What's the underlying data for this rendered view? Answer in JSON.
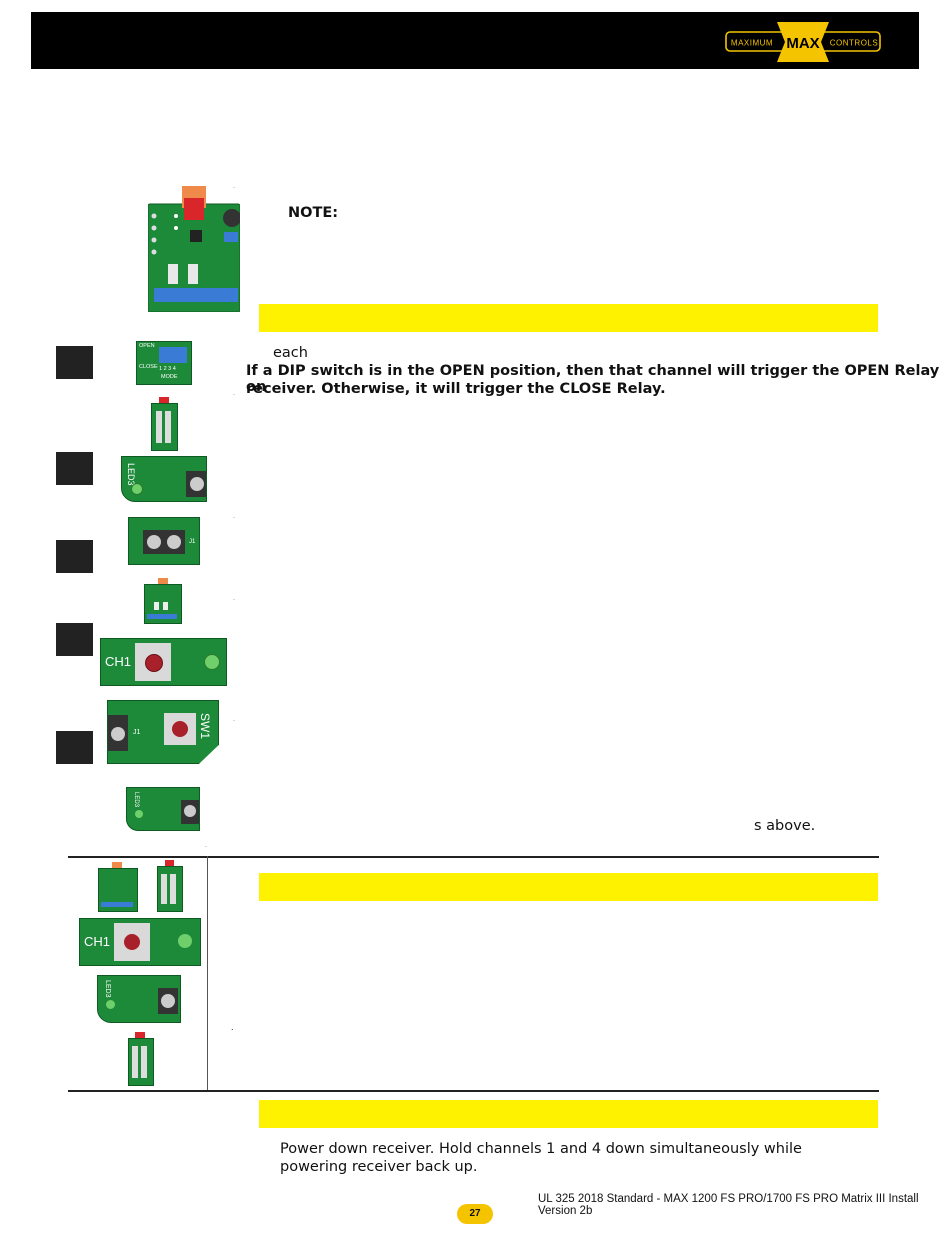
{
  "header": {
    "logo": {
      "left_word": "MAXIMUM",
      "center_word": "MAX",
      "right_word": "CONTROLS"
    }
  },
  "content": {
    "note_label": "NOTE:",
    "dip_text_fragment": "each",
    "dip_bold_line1": "If a DIP switch is in the OPEN position, then that channel will trigger the OPEN Relay on",
    "dip_bold_line2": "receiver. Otherwise, it will trigger the CLOSE Relay.",
    "above_fragment": "s above.",
    "reset_line1": "Power down receiver. Hold channels 1 and 4 down simultaneously while",
    "reset_line2": "powering receiver back up."
  },
  "images": {
    "dip_open": "OPEN",
    "dip_close": "CLOSE",
    "dip_nums": "1 2 3 4",
    "dip_mode": "MODE",
    "led3": "LED3",
    "j1": "J1",
    "ch1_a": "CH1",
    "sw1": "SW1",
    "ch1_b": "CH1",
    "led3_b": "LED3",
    "led3_c": "LED3"
  },
  "footer": {
    "doc_title": "UL 325 2018 Standard - MAX 1200 FS PRO/1700 FS PRO Matrix III Install Version 2b",
    "page_number": "27"
  },
  "colors": {
    "header": "#000000",
    "highlight": "#fff200",
    "board_green": "#1d8a3a",
    "logo_gold": "#f5c400",
    "page_badge": "#f5c400"
  }
}
